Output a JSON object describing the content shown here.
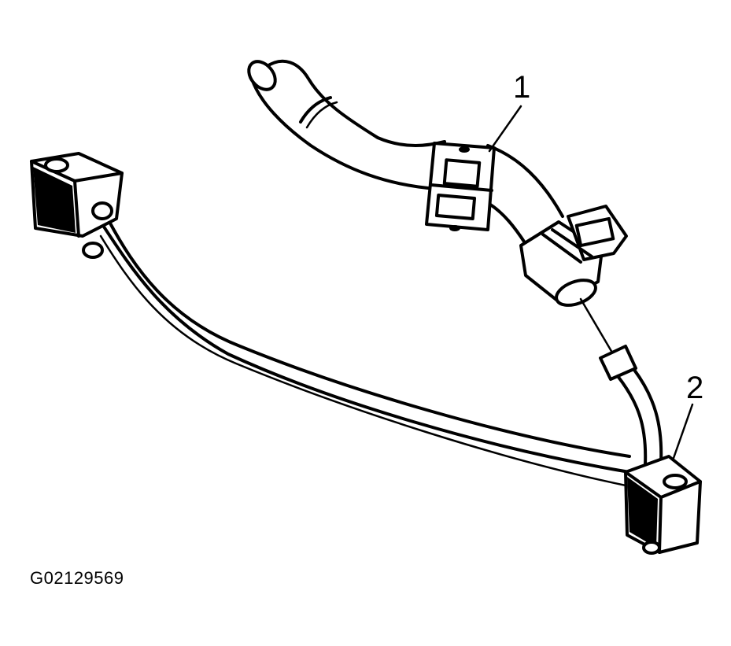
{
  "callouts": [
    {
      "label": "1"
    },
    {
      "label": "2"
    }
  ],
  "figure_id": "G02129569"
}
